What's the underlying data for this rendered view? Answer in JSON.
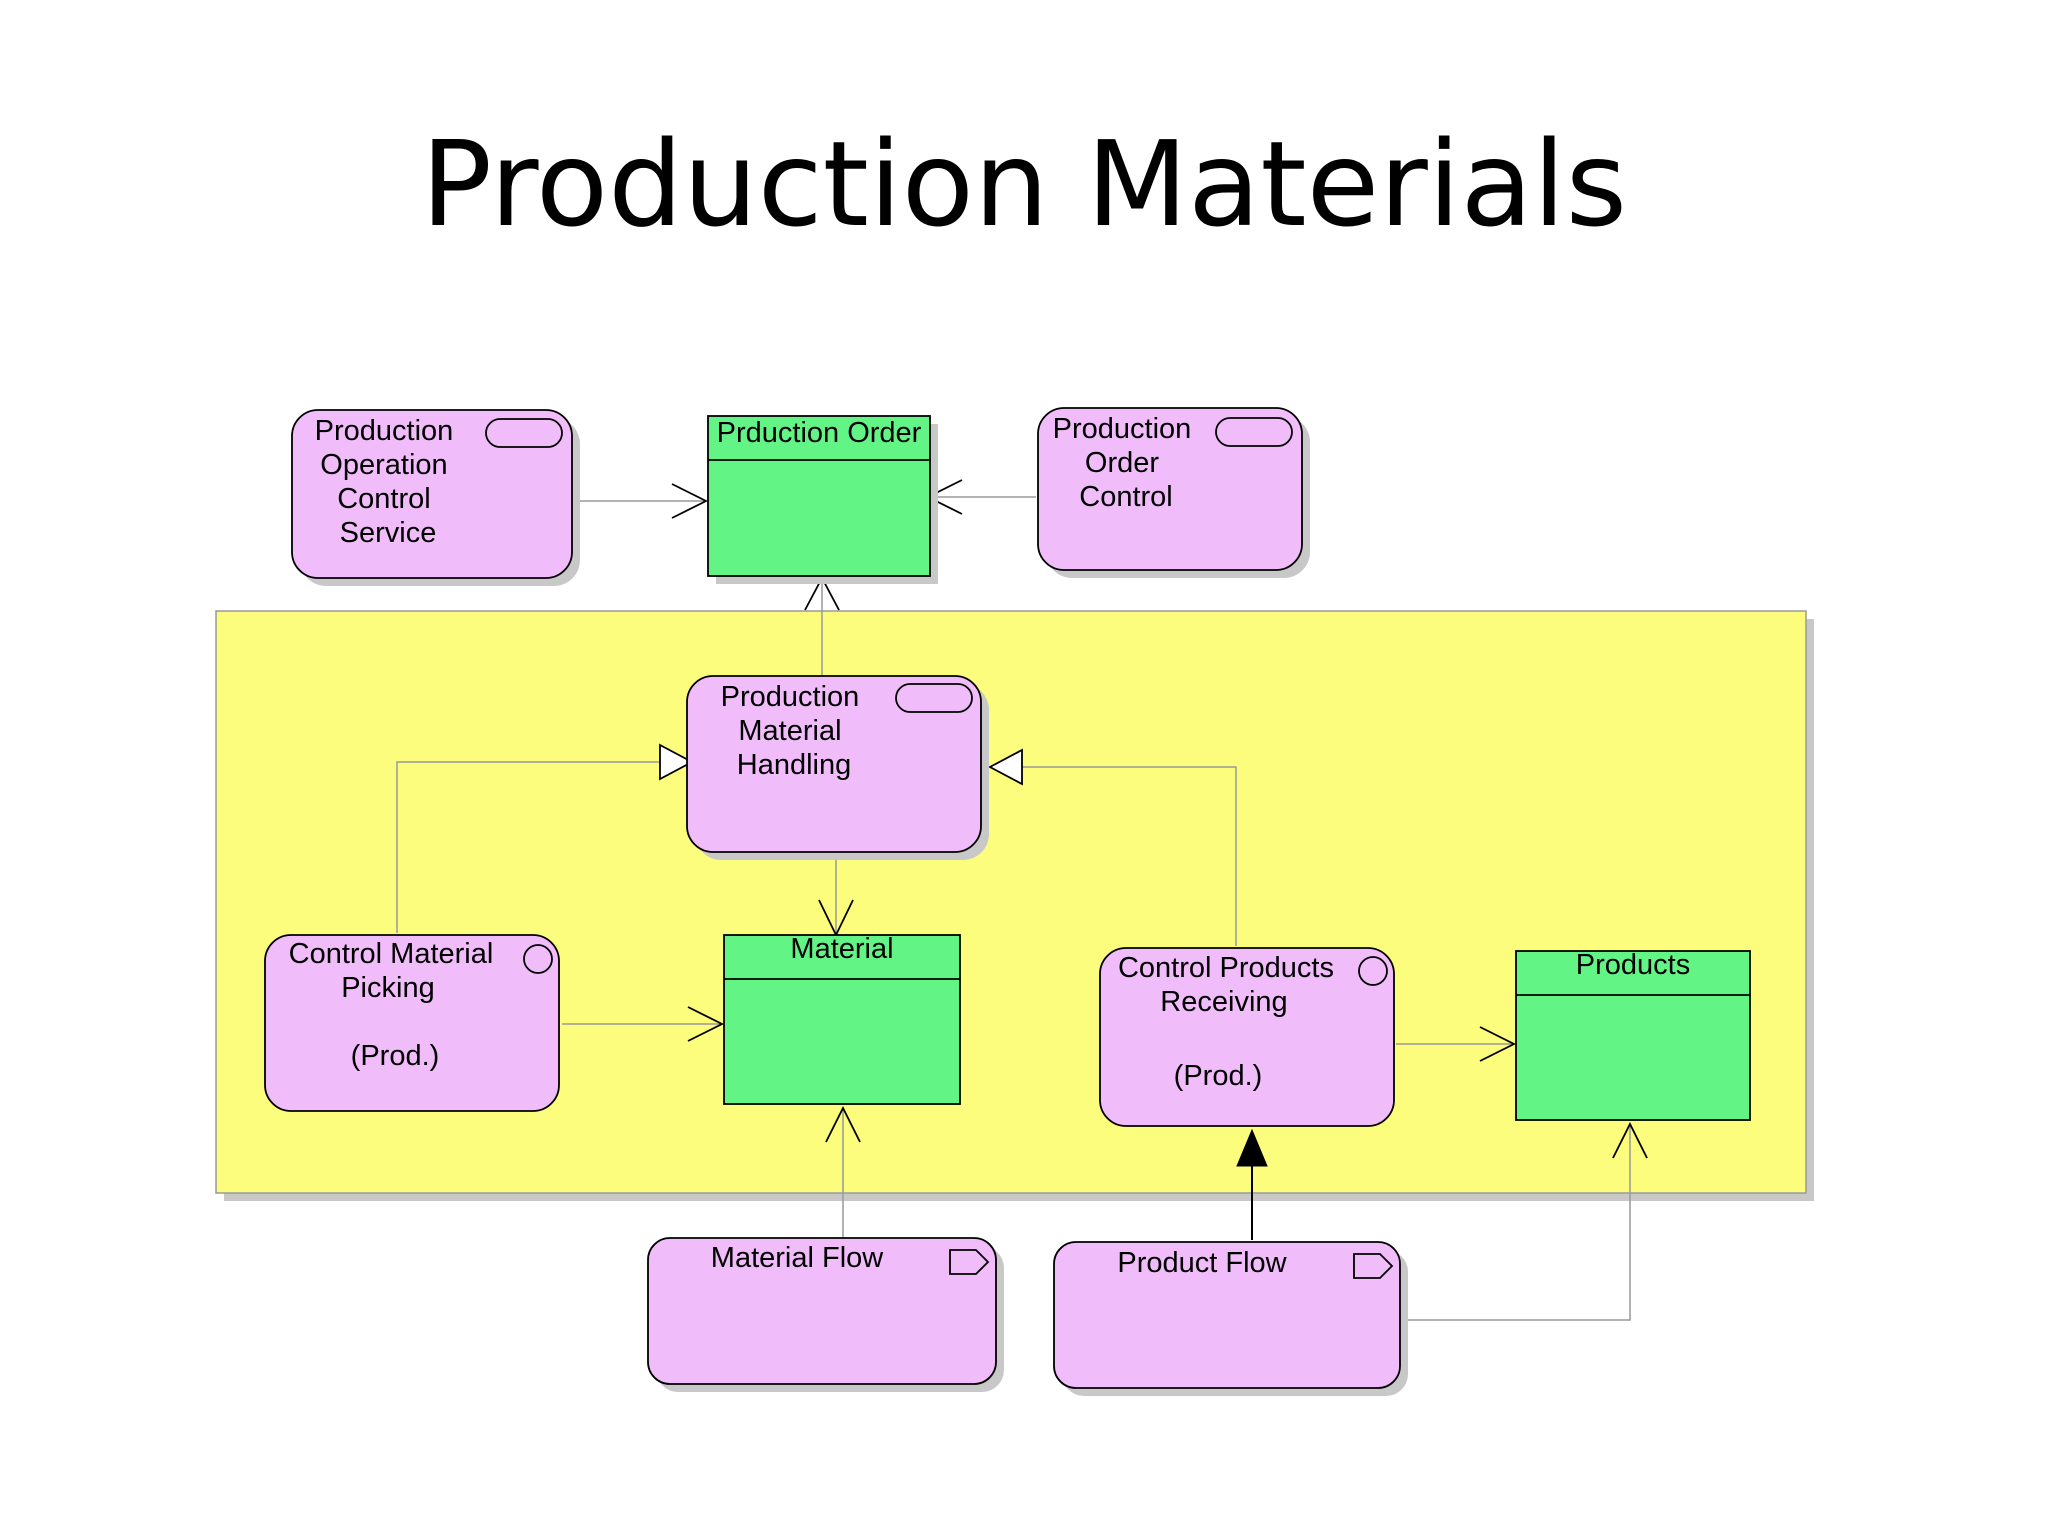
{
  "title": "Production Materials",
  "colors": {
    "service_fill": "#f1bcfa",
    "object_fill": "#62f586",
    "group_fill": "#fdfd7d",
    "shadow": "#c8c8c8",
    "line": "#9a9a9a"
  },
  "nodes": {
    "prod_op_control": {
      "lines": [
        "Production",
        "Operation",
        "Control",
        "Service"
      ],
      "icon": "service-icon"
    },
    "prod_order": {
      "label": "Prduction Order"
    },
    "prod_order_control": {
      "lines": [
        "Production",
        "Order",
        "Control"
      ],
      "icon": "service-icon"
    },
    "prod_material_handling": {
      "lines": [
        "Production",
        "Material",
        "Handling"
      ],
      "icon": "service-icon"
    },
    "control_material_picking": {
      "lines": [
        "Control Material",
        "Picking",
        "",
        "(Prod.)"
      ],
      "icon": "function-icon"
    },
    "material": {
      "label": "Material"
    },
    "control_products_receiving": {
      "lines": [
        "Control Products",
        "Receiving",
        "",
        "(Prod.)"
      ],
      "icon": "function-icon"
    },
    "products": {
      "label": "Products"
    },
    "material_flow": {
      "label": "Material Flow",
      "icon": "flow-icon"
    },
    "product_flow": {
      "label": "Product Flow",
      "icon": "flow-icon"
    }
  }
}
